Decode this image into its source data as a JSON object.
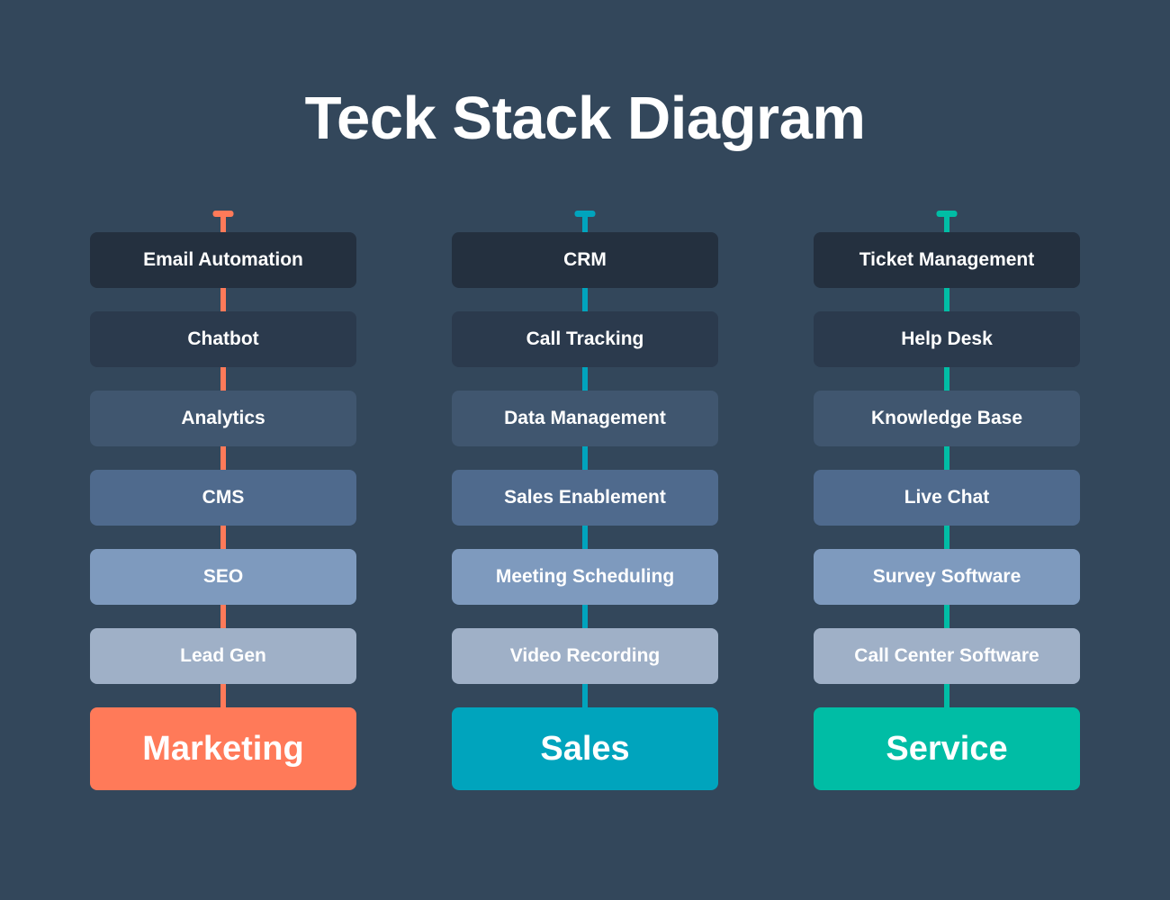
{
  "title": "Teck Stack Diagram",
  "background_color": "#33475b",
  "layer_colors": [
    "#24303f",
    "#2b3a4d",
    "#40566f",
    "#4f6a8d",
    "#7e9abe",
    "#9fb0c7"
  ],
  "columns": [
    {
      "id": "marketing",
      "accent_color": "#ff7a59",
      "base_label": "Marketing",
      "layers": [
        "Email Automation",
        "Chatbot",
        "Analytics",
        "CMS",
        "SEO",
        "Lead Gen"
      ]
    },
    {
      "id": "sales",
      "accent_color": "#00a4bd",
      "base_label": "Sales",
      "layers": [
        "CRM",
        "Call Tracking",
        "Data Management",
        "Sales Enablement",
        "Meeting Scheduling",
        "Video Recording"
      ]
    },
    {
      "id": "service",
      "accent_color": "#00bda5",
      "base_label": "Service",
      "layers": [
        "Ticket Management",
        "Help Desk",
        "Knowledge Base",
        "Live Chat",
        "Survey Software",
        "Call Center Software"
      ]
    }
  ]
}
